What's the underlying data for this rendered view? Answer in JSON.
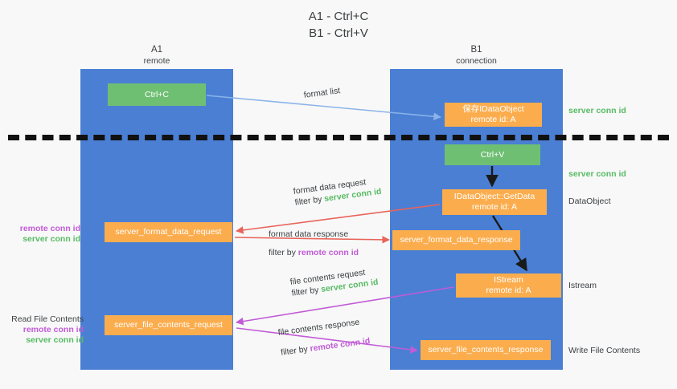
{
  "title": {
    "line1": "A1 - Ctrl+C",
    "line2": "B1 - Ctrl+V"
  },
  "lanes": [
    {
      "id": "a1",
      "name": "A1",
      "sub": "remote",
      "color": "#4a7fd4"
    },
    {
      "id": "b1",
      "name": "B1",
      "sub": "connection",
      "color": "#4a7fd4"
    }
  ],
  "boxes": {
    "ctrl_c": {
      "line1": "Ctrl+C",
      "line2": "",
      "color": "#6fbf73"
    },
    "idataobject": {
      "line1": "保存IDataObject",
      "line2": "remote id: A",
      "color": "#fbad4e"
    },
    "ctrl_v": {
      "line1": "Ctrl+V",
      "line2": "",
      "color": "#6fbf73"
    },
    "getdata": {
      "line1": "IDataObject::GetData",
      "line2": "remote id: A",
      "color": "#fbad4e"
    },
    "server_format_data_request": {
      "line1": "server_format_data_request",
      "line2": "",
      "color": "#fbad4e"
    },
    "server_format_data_response": {
      "line1": "server_format_data_response",
      "line2": "",
      "color": "#fbad4e"
    },
    "istream": {
      "line1": "IStream",
      "line2": "remote id: A",
      "color": "#fbad4e"
    },
    "server_file_contents_request": {
      "line1": "server_file_contents_request",
      "line2": "",
      "color": "#fbad4e"
    },
    "server_file_contents_response": {
      "line1": "server_file_contents_response",
      "line2": "",
      "color": "#fbad4e"
    }
  },
  "edge_labels": {
    "format_list": {
      "primary": "format list",
      "filter_prefix": "",
      "filter_value": ""
    },
    "format_data_request": {
      "primary": "format data request",
      "filter_prefix": "filter by ",
      "filter_value": "server conn id"
    },
    "format_data_response": {
      "primary": "format data response",
      "filter_prefix": "filter by ",
      "filter_value": "remote conn id"
    },
    "file_contents_request": {
      "primary": "file contents request",
      "filter_prefix": "filter by ",
      "filter_value": "server conn id"
    },
    "file_contents_response": {
      "primary": "file contents response",
      "filter_prefix": "filter by ",
      "filter_value": "remote conn id"
    }
  },
  "annotations": {
    "server_conn_id_top": "server conn id",
    "server_conn_id_middle": "server conn id",
    "dataobject": "DataObject",
    "istream": "Istream",
    "write_file_contents": "Write File Contents",
    "read_file_contents": "Read File Contents",
    "remote_conn_id": "remote conn id",
    "server_conn_id": "server conn id"
  },
  "colors": {
    "lane": "#4a7fd4",
    "green_box": "#6fbf73",
    "orange_box": "#fbad4e",
    "green_text": "#57bb63",
    "magenta_text": "#c15bd6",
    "arrow_blue": "#8ab4e8",
    "arrow_red": "#e8645a",
    "arrow_magenta": "#c15bd6",
    "arrow_dark": "#1a1a1a",
    "separator": "#111111",
    "background": "#f8f8f8"
  }
}
